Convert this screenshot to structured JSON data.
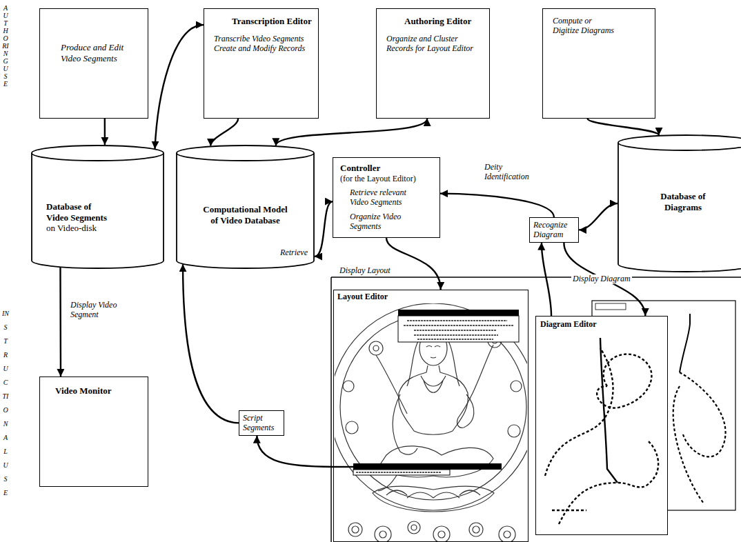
{
  "diagram": {
    "nodes": [
      {
        "text": [
          "Produce and Edit Video Segments"
        ]
      },
      {
        "text": [
          "Transcription Editor",
          "Transcribe Video Segments",
          "Create and Modify Records"
        ]
      },
      {
        "text": [
          "Authoring Editor",
          "Organize and Cluster Records for Layout Editor"
        ]
      },
      {
        "text": [
          "Compute or Digitize Diagrams"
        ]
      },
      {
        "text": [
          "Database of Video Segments",
          "on Video-disk"
        ]
      },
      {
        "text": [
          "Computational Model of Video Database"
        ]
      },
      {
        "text": [
          "Controller",
          "(for the Layout Editor)",
          "Retrieve relevant Video Segments",
          "Organize Video Segments"
        ]
      },
      {
        "text": [
          "Database of Diagrams"
        ]
      },
      {
        "text": [
          "Recognize Diagram"
        ]
      },
      {
        "text": [
          "Script Segments"
        ]
      },
      {
        "text": [
          "Video Monitor"
        ]
      },
      {
        "text": [
          "Layout Editor"
        ]
      },
      {
        "text": [
          "Diagram Editor"
        ]
      }
    ],
    "edges": [
      {
        "from": 0,
        "to": 4,
        "arrow": "to"
      },
      {
        "from": 1,
        "to": 4,
        "arrow": "both"
      },
      {
        "from": 1,
        "to": 5,
        "arrow": "to"
      },
      {
        "from": 2,
        "to": 5,
        "arrow": "both"
      },
      {
        "from": 3,
        "to": 7,
        "arrow": "to"
      },
      {
        "from": 5,
        "to": 6,
        "label": "Retrieve",
        "arrow": "both"
      },
      {
        "from": 6,
        "to": 11,
        "label": "Display Layout",
        "arrow": "to"
      },
      {
        "from": 8,
        "to": 6,
        "label": "Deity Identification",
        "arrow": "to"
      },
      {
        "from": 8,
        "to": 7,
        "arrow": "both"
      },
      {
        "from": 8,
        "to": 12,
        "label": "Display Diagram",
        "arrow": "to"
      },
      {
        "from": 12,
        "to": 8,
        "arrow": "to"
      },
      {
        "from": 4,
        "to": 10,
        "label": "Display Video Segment",
        "arrow": "to"
      },
      {
        "from": 11,
        "to": 9,
        "arrow": "to"
      },
      {
        "from": 9,
        "to": 5,
        "arrow": "to"
      }
    ],
    "labels": [
      "AUTHORING USE",
      "INSTRUCTIONAL USE"
    ]
  }
}
